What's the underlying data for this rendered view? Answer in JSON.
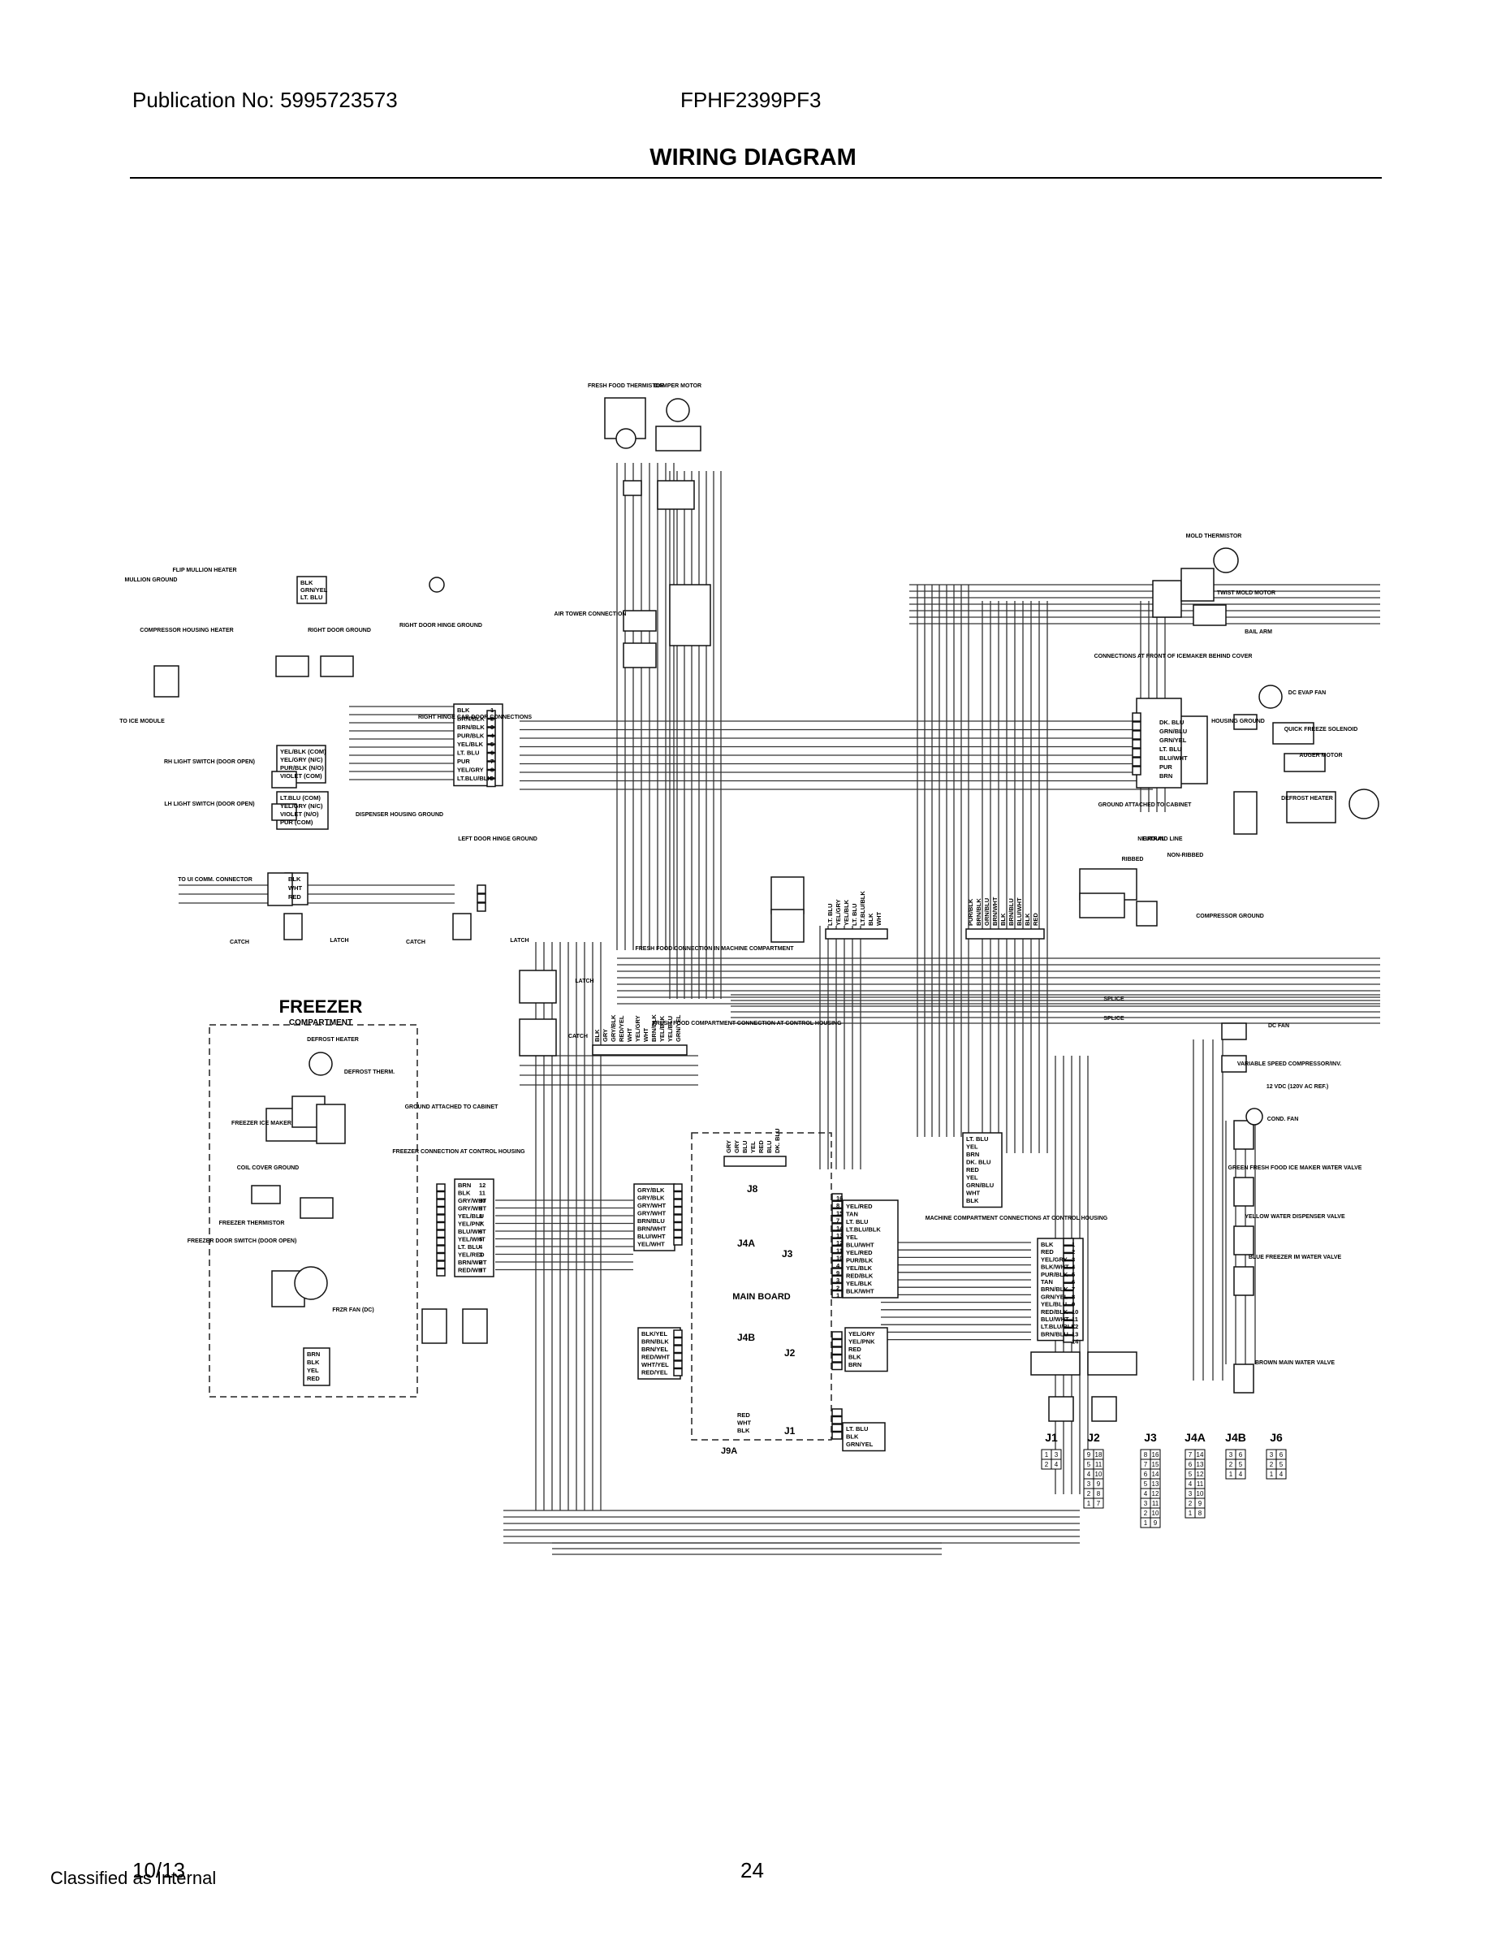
{
  "header": {
    "publication": "Publication No: 5995723573",
    "model": "FPHF2399PF3",
    "title": "WIRING DIAGRAM"
  },
  "footer": {
    "date": "10/13",
    "page": "24",
    "classification": "Classified as Internal"
  },
  "diagram": {
    "big_labels": {
      "freezer": "FREEZER",
      "freezer_sub": "COMPARTMENT",
      "main_board": "MAIN BOARD"
    },
    "top_components": [
      "FRESH FOOD THERMISTOR",
      "DAMPER MOTOR",
      "AIR TOWER CONNECTION",
      "MOLD THERMISTOR",
      "TWIST MOLD MOTOR",
      "BAIL ARM",
      "CONNECTIONS AT FRONT OF ICEMAKER BEHIND COVER"
    ],
    "left_components": [
      "FLIP MULLION HEATER",
      "MULLION GROUND",
      "COMPRESSOR HOUSING HEATER",
      "RIGHT DOOR GROUND",
      "RIGHT DOOR HINGE GROUND",
      "TO ICE MODULE",
      "RIGHT HINGE CAB-DOOR CONNECTIONS",
      "RH LIGHT SWITCH (DOOR OPEN)",
      "LH LIGHT SWITCH (DOOR OPEN)",
      "DISPENSER HOUSING GROUND",
      "LEFT DOOR HINGE GROUND",
      "TO UI COMM. CONNECTOR",
      "CATCH",
      "LATCH"
    ],
    "freezer_components": [
      "DEFROST HEATER",
      "DEFROST THERM.",
      "FREEZER ICE MAKER",
      "COIL COVER GROUND",
      "FREEZER THERMISTOR",
      "FREEZER DOOR SWITCH (DOOR OPEN)",
      "FRZR FAN (DC)",
      "GROUND ATTACHED TO CABINET",
      "FREEZER CONNECTION AT CONTROL HOUSING"
    ],
    "center_components": [
      "FRESH FOOD CONNECTION IN MACHINE COMPARTMENT",
      "FRESH FOOD COMPARTMENT CONNECTION AT CONTROL HOUSING",
      "MACHINE COMPARTMENT CONNECTIONS AT CONTROL HOUSING"
    ],
    "right_components": [
      "DC EVAP FAN",
      "HOUSING GROUND",
      "QUICK FREEZE SOLENOID",
      "AUGER MOTOR",
      "DEFROST HEATER",
      "GROUND ATTACHED TO CABINET",
      "NEUTRAL",
      "GROUND LINE",
      "NON-RIBBED",
      "RIBBED",
      "COMPRESSOR GROUND",
      "SPLICE",
      "DC FAN",
      "VARIABLE SPEED COMPRESSOR/INV.",
      "12 VDC (120V AC REF.)",
      "COND. FAN",
      "GREEN FRESH FOOD ICE MAKER WATER VALVE",
      "YELLOW WATER DISPENSER VALVE",
      "BLUE FREEZER IM WATER VALVE",
      "BROWN MAIN WATER VALVE"
    ],
    "board_connectors": [
      "J1",
      "J2",
      "J3",
      "J4A",
      "J4B",
      "J6",
      "J8",
      "J9A"
    ],
    "wire_lists": {
      "freezer_conn": [
        "BRN",
        "BLK",
        "GRY/WHT",
        "GRY/WHT",
        "YEL/BLU",
        "YEL/PNK",
        "BLU/WHT",
        "YEL/WHT",
        "LT. BLU",
        "YEL/RED",
        "BRN/WHT",
        "RED/WHT"
      ],
      "freezer_conn_pins": [
        "12",
        "11",
        "10",
        "9",
        "8",
        "7",
        "6",
        "5",
        "4",
        "3",
        "2",
        "1"
      ],
      "cab_door": [
        "BLK",
        "BRN/BLK",
        "BRN/BLK",
        "PUR/BLK",
        "YEL/BLK",
        "LT. BLU",
        "PUR",
        "YEL/GRY",
        "LT.BLU/BLK"
      ],
      "cab_door_pins": [
        "1",
        "2",
        "3",
        "4",
        "5",
        "6",
        "7",
        "8",
        "9"
      ],
      "j4a": [
        "GRY/BLK",
        "GRY/BLK",
        "GRY/WHT",
        "GRY/WHT",
        "BRN/BLU",
        "BRN/WHT",
        "BLU/WHT",
        "YEL/WHT"
      ],
      "j4b": [
        "BLK/YEL",
        "BRN/BLK",
        "BRN/YEL",
        "RED/WHT",
        "WHT/YEL",
        "RED/YEL"
      ],
      "j3": [
        "YEL/RED",
        "TAN",
        "LT. BLU",
        "LT.BLU/BLK",
        "YEL",
        "BLU/WHT",
        "YEL/RED",
        "PUR/BLK",
        "YEL/BLK",
        "RED/BLK",
        "YEL/BLK",
        "BLK/WHT"
      ],
      "j3_pins": [
        "16",
        "8",
        "15",
        "7",
        "14",
        "13",
        "12",
        "11",
        "10",
        "4",
        "9",
        "3",
        "2",
        "1"
      ],
      "j2": [
        "YEL/GRY",
        "YEL/PNK",
        "RED",
        "BLK",
        "BRN"
      ],
      "j1": [
        "LT. BLU",
        "BLK",
        "GRN/YEL"
      ],
      "j9a": [
        "RED",
        "WHT",
        "BLK"
      ],
      "j8": [
        "GRY",
        "GRY",
        "BLU",
        "YEL",
        "RED",
        "BLU",
        "DK. BLU"
      ],
      "machine_comp": [
        "BLK",
        "RED",
        "YEL/GRY",
        "BLK/WHT",
        "PUR/BLK",
        "TAN",
        "BRN/BLK",
        "GRN/YEL",
        "YEL/BLU",
        "RED/BLK",
        "BLU/WHT",
        "LT.BLU/BLK",
        "BRN/BLU"
      ],
      "machine_comp_pins": [
        "1",
        "2",
        "3",
        "4",
        "5",
        "6",
        "7",
        "8",
        "9",
        "10",
        "11",
        "12",
        "13",
        "14"
      ],
      "ff_control": [
        "BLK",
        "GRY",
        "GRY/BLK",
        "RED/YEL",
        "WHT",
        "YEL/GRY",
        "WHT",
        "BRN/BLK",
        "YEL/BLK",
        "YEL/BLU",
        "GRN/YEL"
      ],
      "ff_machine": [
        "LT. BLU",
        "YEL/GRY",
        "YEL/BLK",
        "LT. BLU",
        "LT.BLU/BLK",
        "BLK",
        "WHT"
      ],
      "machine_upper": [
        "PUR/BLK",
        "BRN/BLK",
        "GRN/BLU",
        "BRN/WHT",
        "BLK",
        "BRN/BLU",
        "BLU/WHT",
        "BLK",
        "RED"
      ],
      "icemaker_front": [
        "DK. BLU",
        "GRN/BLU",
        "GRN/YEL",
        "LT. BLU",
        "BLU/WHT",
        "PUR",
        "BRN"
      ],
      "evap_block": [
        "LT. BLU",
        "YEL",
        "BRN",
        "DK. BLU",
        "RED",
        "YEL",
        "GRN/BLU",
        "WHT",
        "BLK"
      ],
      "comm": [
        "BLK",
        "WHT",
        "RED"
      ],
      "rh_switch": [
        "YEL/BLK (COM)",
        "YEL/GRY (N/C)",
        "PUR/BLK (N/O)",
        "VIOLET (COM)"
      ],
      "lh_switch": [
        "LT.BLU (COM)",
        "YEL/GRY (N/C)",
        "VIOLET (N/O)",
        "PUR (COM)"
      ],
      "mullion": [
        "BLK",
        "GRN/YEL",
        "LT. BLU"
      ],
      "frzr_fan": [
        "BRN",
        "BLK",
        "YEL",
        "RED"
      ]
    },
    "pin_grids": {
      "J1": [
        [
          "1",
          "3"
        ],
        [
          "2",
          "4"
        ]
      ],
      "J2": [
        [
          "9",
          "18"
        ],
        [
          "5",
          "11"
        ],
        [
          "4",
          "10"
        ],
        [
          "3",
          "9"
        ],
        [
          "2",
          "8"
        ],
        [
          "1",
          "7"
        ]
      ],
      "J3": [
        [
          "8",
          "16"
        ],
        [
          "7",
          "15"
        ],
        [
          "6",
          "14"
        ],
        [
          "5",
          "13"
        ],
        [
          "4",
          "12"
        ],
        [
          "3",
          "11"
        ],
        [
          "2",
          "10"
        ],
        [
          "1",
          "9"
        ]
      ],
      "J4A": [
        [
          "7",
          "14"
        ],
        [
          "6",
          "13"
        ],
        [
          "5",
          "12"
        ],
        [
          "4",
          "11"
        ],
        [
          "3",
          "10"
        ],
        [
          "2",
          "9"
        ],
        [
          "1",
          "8"
        ]
      ],
      "J4B": [
        [
          "3",
          "6"
        ],
        [
          "2",
          "5"
        ],
        [
          "1",
          "4"
        ]
      ],
      "J6": [
        [
          "3",
          "6"
        ],
        [
          "2",
          "5"
        ],
        [
          "1",
          "4"
        ]
      ]
    }
  }
}
